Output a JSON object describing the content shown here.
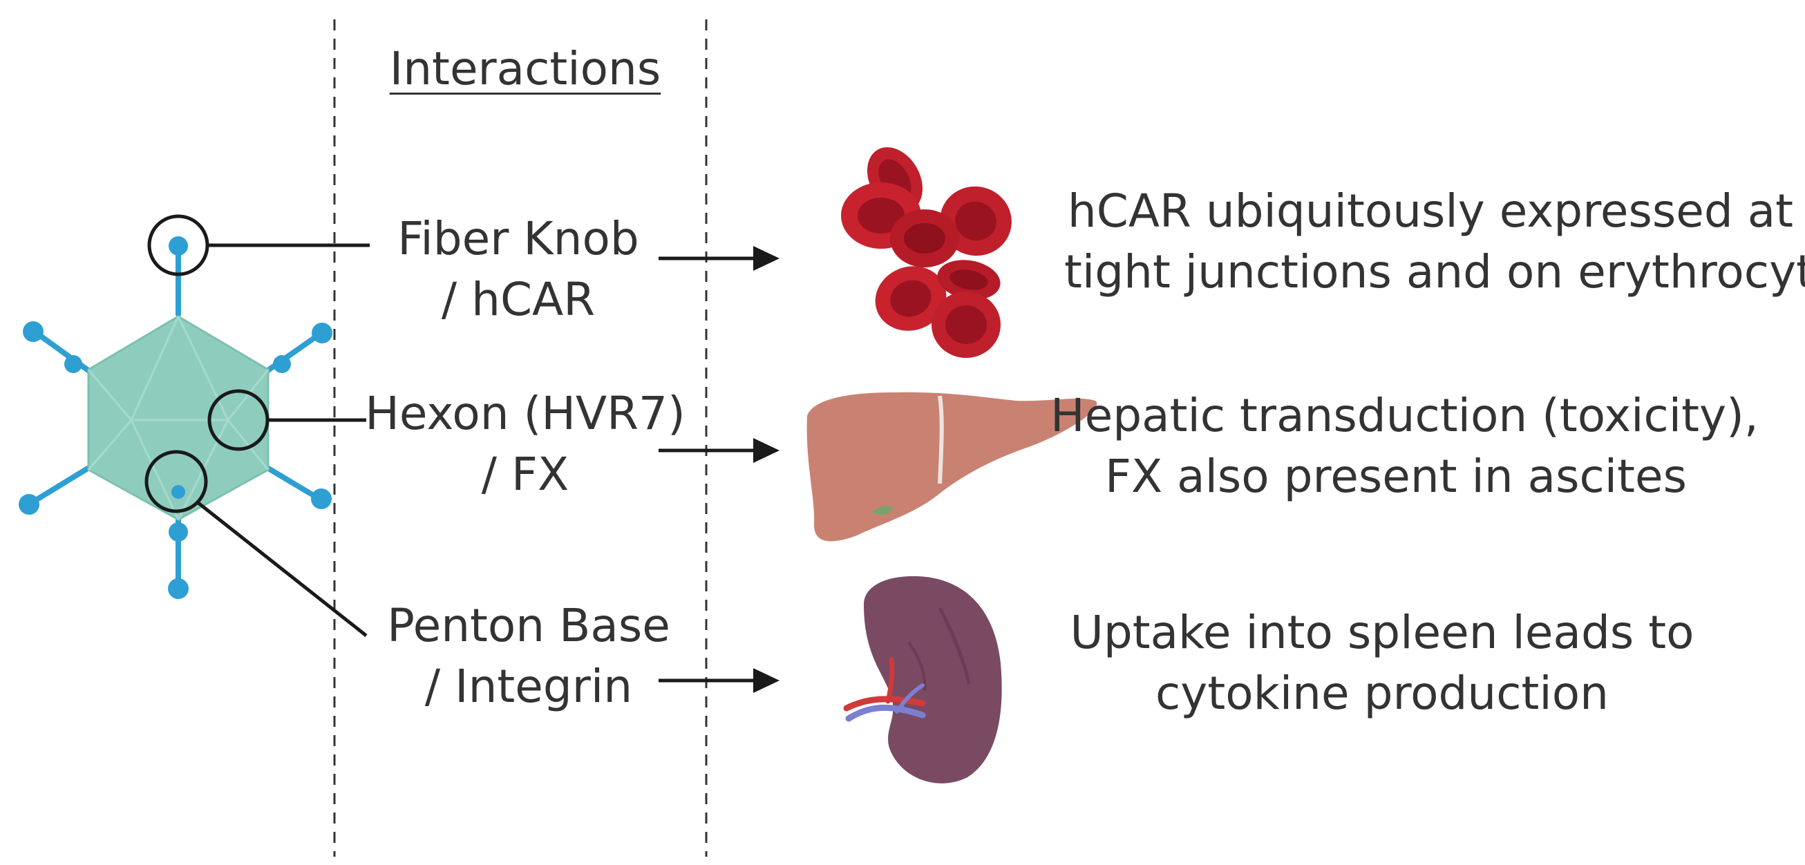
{
  "heading": "Interactions",
  "interactions": [
    {
      "line1": "Fiber Knob",
      "line2": "/ hCAR",
      "effect_line1": "hCAR ubiquitously expressed at",
      "effect_line2": "tight junctions and on erythrocytes",
      "target_icon": "red-blood-cells-icon"
    },
    {
      "line1": "Hexon (HVR7)",
      "line2": "/ FX",
      "effect_line1": "Hepatic transduction (toxicity),",
      "effect_line2": "FX also present in ascites",
      "target_icon": "liver-icon"
    },
    {
      "line1": "Penton Base",
      "line2": "/ Integrin",
      "effect_line1": "Uptake into spleen leads to",
      "effect_line2": "cytokine production",
      "target_icon": "spleen-icon"
    }
  ],
  "icons": [
    "adenovirus-capsid-icon",
    "red-blood-cells-icon",
    "liver-icon",
    "spleen-icon",
    "arrow-right-icon"
  ],
  "colors": {
    "capsid": "#8ecdbd",
    "capsid_edge": "#6fb5a5",
    "fiber": "#2e9fd3",
    "rbc": "#c01f2c",
    "rbc_center": "#9a1320",
    "liver": "#c98272",
    "spleen": "#7a4a63",
    "vessel_red": "#d03a3a",
    "vessel_blue": "#7b7fd0",
    "text": "#333333"
  }
}
